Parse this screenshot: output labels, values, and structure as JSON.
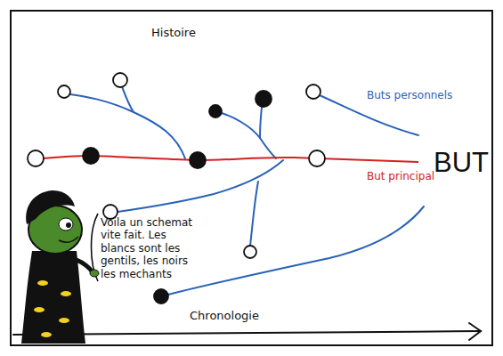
{
  "diagram": {
    "title": "Histoire",
    "labels": [
      "Buts personnels",
      "But principal",
      "BUT",
      "Voila un schemat vite fait. Les blancs sont les gentils, les noirs les mechants",
      "Chronologie"
    ]
  }
}
